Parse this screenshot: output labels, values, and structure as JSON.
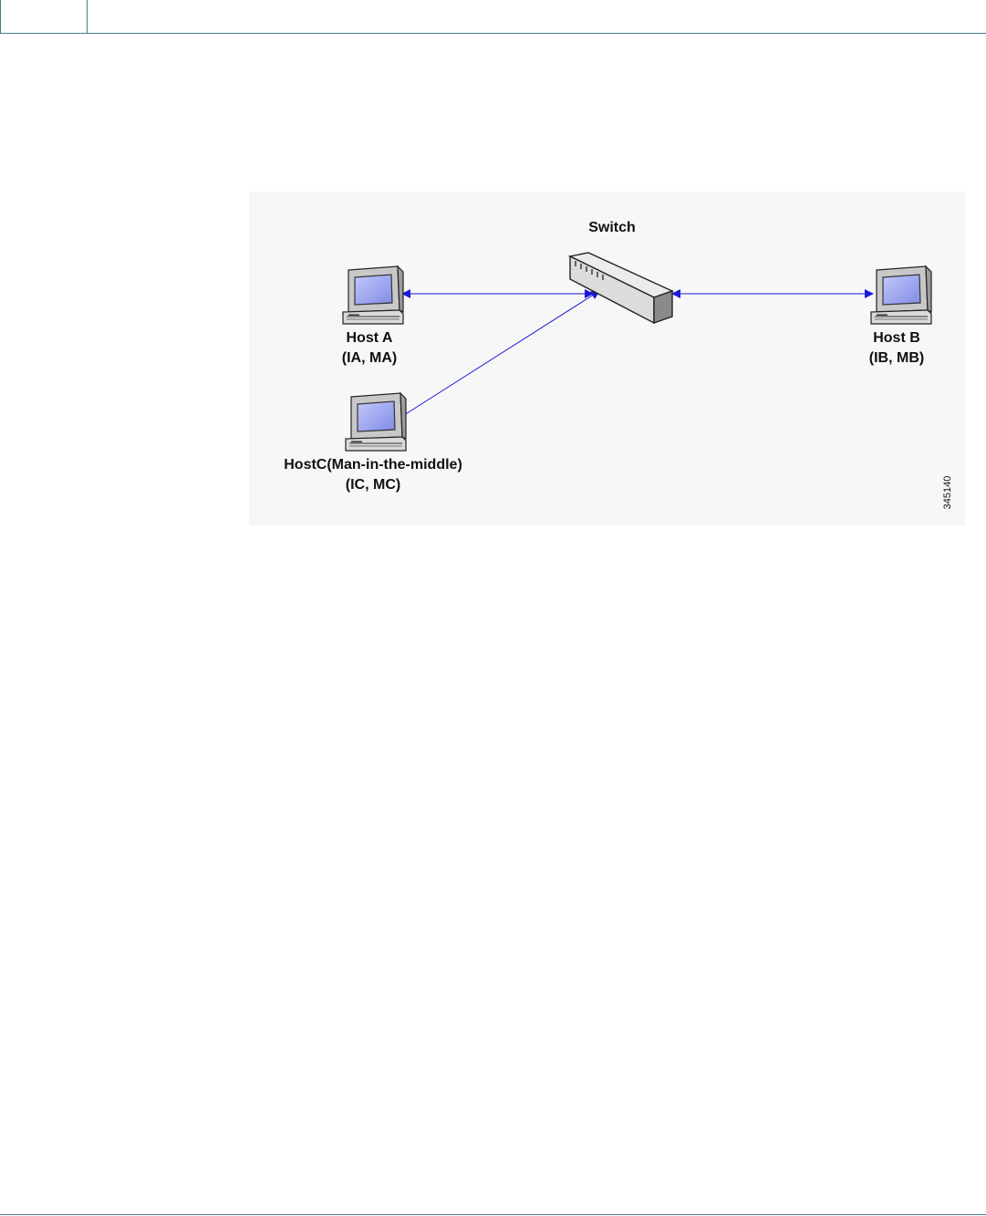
{
  "diagram": {
    "switch_label": "Switch",
    "host_a": {
      "name": "Host A",
      "addr": "(IA, MA)"
    },
    "host_b": {
      "name": "Host B",
      "addr": "(IB, MB)"
    },
    "host_c": {
      "name": "HostC(Man-in-the-middle)",
      "addr": "(IC, MC)"
    },
    "figure_id": "345140",
    "colors": {
      "link": "#1a1ad8",
      "screen": "#9aa6f0",
      "monitor": "#d6d6d6"
    }
  }
}
